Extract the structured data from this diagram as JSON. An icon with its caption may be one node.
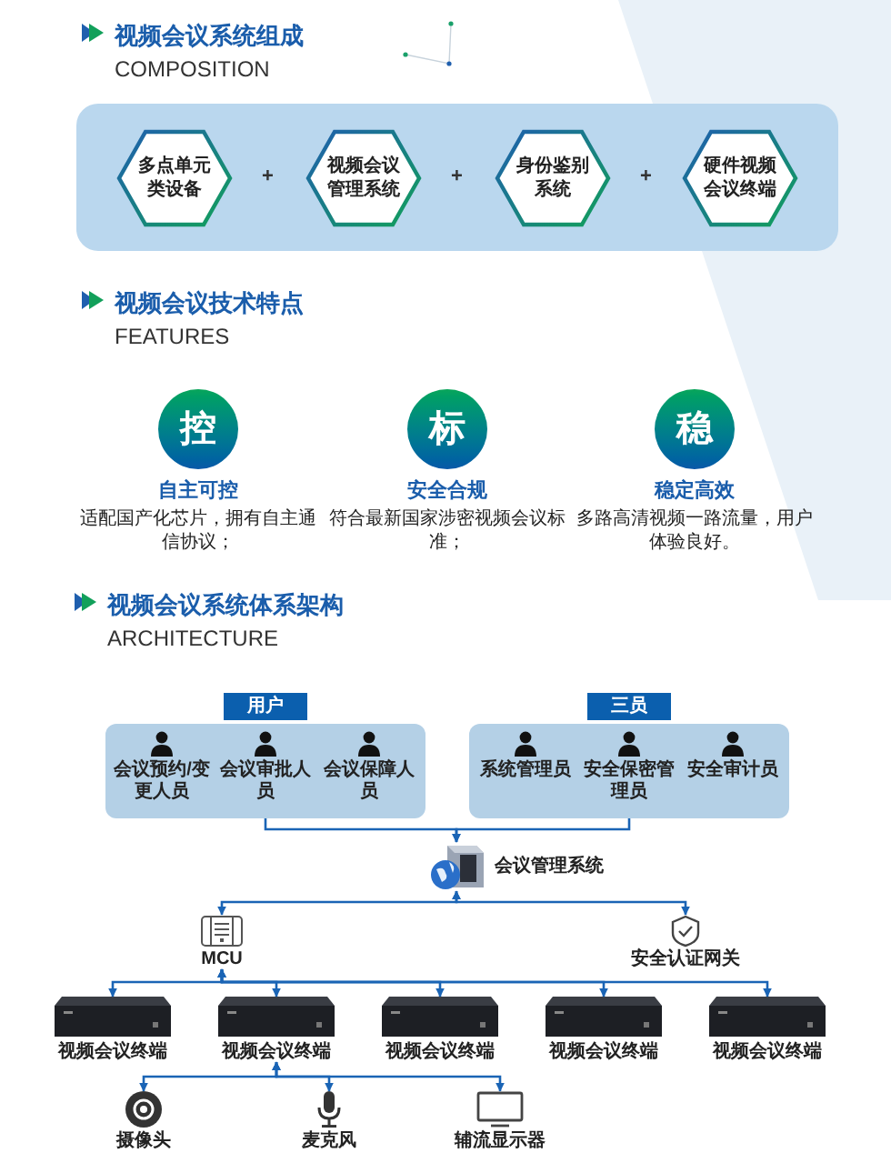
{
  "diagram": {
    "nodes": [
      {
        "text": [],
        "shape": "box"
      },
      {
        "text": [
          "多点单元类设备"
        ],
        "in": 0
      },
      {
        "text": [
          "视频会议管理系统"
        ],
        "in": 0
      },
      {
        "text": [
          "身份鉴别系统"
        ],
        "in": 0
      },
      {
        "text": [
          "硬件视频会议终端"
        ],
        "in": 0
      },
      {
        "text": [
          "控"
        ],
        "beside": [
          "自主可控",
          "适配国产化芯片，拥有自主通信协议；"
        ]
      },
      {
        "text": [
          "标"
        ],
        "beside": [
          "安全合规",
          "符合最新国家涉密视频会议标准；"
        ]
      },
      {
        "text": [
          "稳"
        ],
        "beside": [
          "稳定高效",
          "多路高清视频一路流量，用户体验良好。"
        ]
      },
      {
        "text": [
          "用户"
        ]
      },
      {
        "text": [],
        "shape": "box"
      },
      {
        "text": [
          "会议预约/变更人员"
        ],
        "in": 9
      },
      {
        "text": [
          "会议审批人员"
        ],
        "in": 9
      },
      {
        "text": [
          "会议保障人员"
        ],
        "in": 9
      },
      {
        "text": [
          "三员"
        ]
      },
      {
        "text": [],
        "shape": "box"
      },
      {
        "text": [
          "系统管理员"
        ],
        "in": 14
      },
      {
        "text": [
          "安全保密管理员"
        ],
        "in": 14
      },
      {
        "text": [
          "安全审计员"
        ],
        "in": 14
      },
      {
        "text": [
          "会议管理系统"
        ]
      },
      {
        "text": [
          "MCU"
        ]
      },
      {
        "text": [
          "安全认证网关"
        ]
      },
      {
        "text": [
          "视频会议终端"
        ]
      },
      {
        "text": [
          "视频会议终端"
        ]
      },
      {
        "text": [
          "视频会议终端"
        ]
      },
      {
        "text": [
          "视频会议终端"
        ]
      },
      {
        "text": [
          "视频会议终端"
        ]
      },
      {
        "text": [
          "摄像头"
        ]
      },
      {
        "text": [
          "麦克风"
        ]
      },
      {
        "text": [
          "辅流显示器"
        ]
      }
    ],
    "edges": [
      {
        "from": 9,
        "to": 18,
        "arrow": "to"
      },
      {
        "from": 14,
        "to": 18,
        "arrow": "to"
      },
      {
        "from": 18,
        "to": 19,
        "arrow": "both"
      },
      {
        "from": 18,
        "to": 20,
        "arrow": "both"
      },
      {
        "from": 19,
        "to": 21,
        "arrow": "both"
      },
      {
        "from": 19,
        "to": 22,
        "arrow": "both"
      },
      {
        "from": 19,
        "to": 23,
        "arrow": "both"
      },
      {
        "from": 19,
        "to": 24,
        "arrow": "both"
      },
      {
        "from": 19,
        "to": 25,
        "arrow": "both"
      },
      {
        "from": 22,
        "to": 26,
        "arrow": "both"
      },
      {
        "from": 22,
        "to": 27,
        "arrow": "both"
      },
      {
        "from": 22,
        "to": 28,
        "arrow": "both"
      }
    ],
    "labels": [
      "视频会议系统组成",
      "COMPOSITION",
      "+",
      "+",
      "+",
      "视频会议技术特点",
      "FEATURES",
      "视频会议系统体系架构",
      "ARCHITECTURE"
    ]
  }
}
